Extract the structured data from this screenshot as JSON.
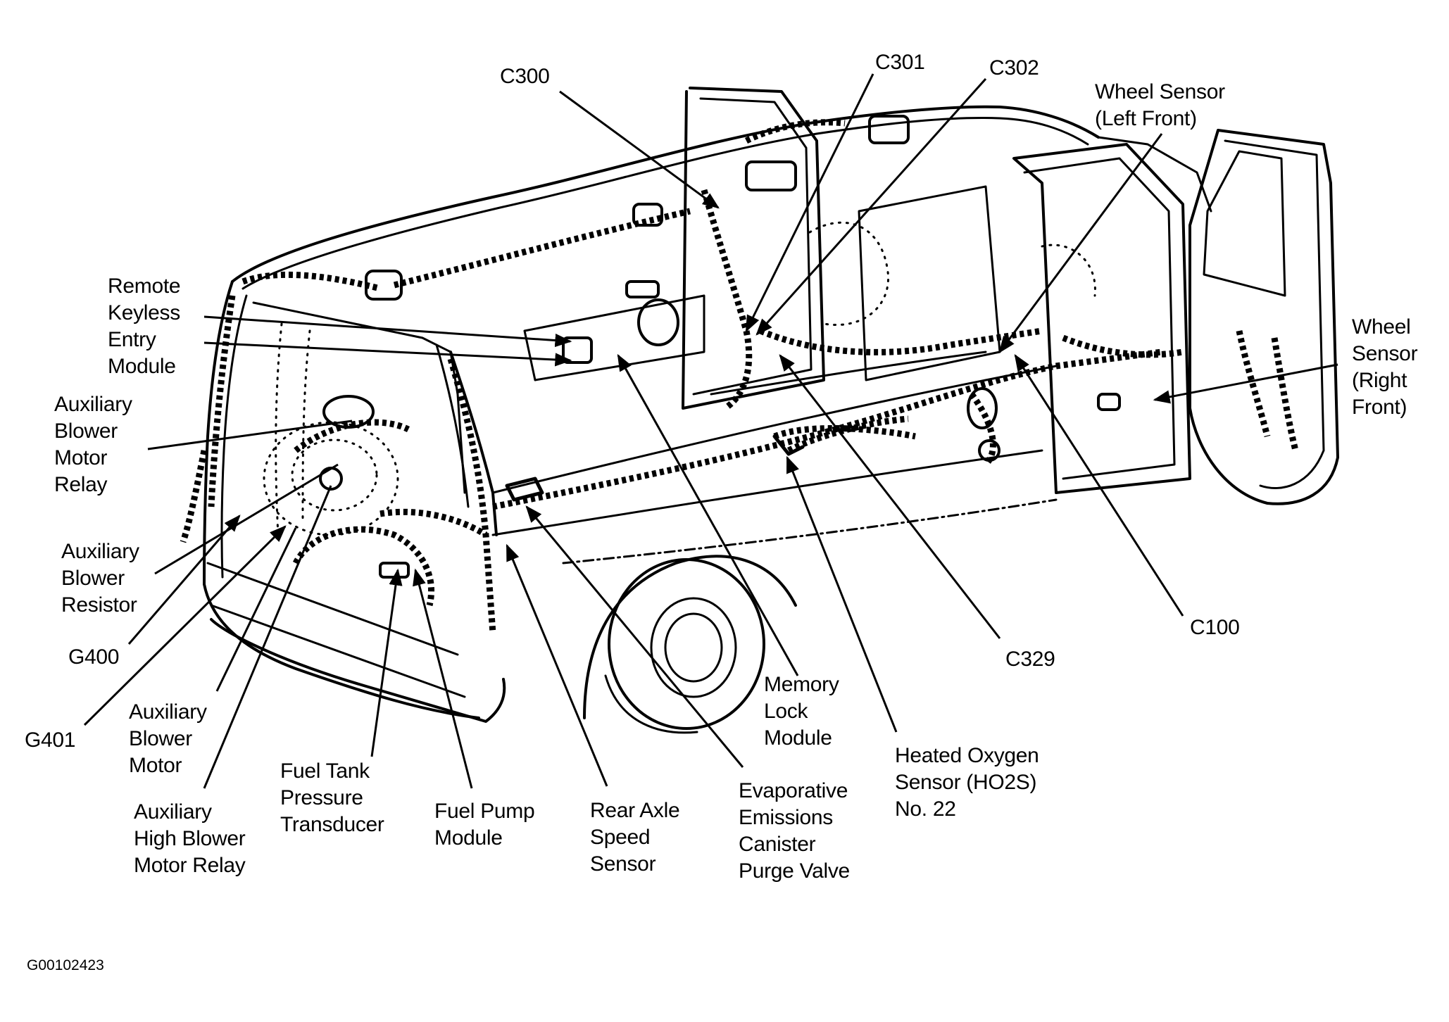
{
  "figure_id": "G00102423",
  "diagram": {
    "subject": "Van body wiring harness component locator (rear / body harness)",
    "labels": {
      "c300": "C300",
      "c301": "C301",
      "c302": "C302",
      "wheel_sensor_lf": "Wheel Sensor\n(Left Front)",
      "remote_keyless_entry_module": "Remote\nKeyless\nEntry\nModule",
      "wheel_sensor_rf": "Wheel\nSensor\n(Right\nFront)",
      "aux_blower_motor_relay": "Auxiliary\nBlower\nMotor\nRelay",
      "aux_blower_resistor": "Auxiliary\nBlower\nResistor",
      "g400": "G400",
      "g401": "G401",
      "aux_blower_motor": "Auxiliary\nBlower\nMotor",
      "aux_high_blower_motor_relay": "Auxiliary\nHigh Blower\nMotor Relay",
      "fuel_tank_pressure_transducer": "Fuel Tank\nPressure\nTransducer",
      "fuel_pump_module": "Fuel Pump\nModule",
      "rear_axle_speed_sensor": "Rear Axle\nSpeed\nSensor",
      "evap_canister_purge_valve": "Evaporative\nEmissions\nCanister\nPurge Valve",
      "memory_lock_module": "Memory\nLock\nModule",
      "heated_oxygen_sensor": "Heated Oxygen\nSensor (HO2S)\nNo. 22",
      "c329": "C329",
      "c100": "C100"
    }
  }
}
